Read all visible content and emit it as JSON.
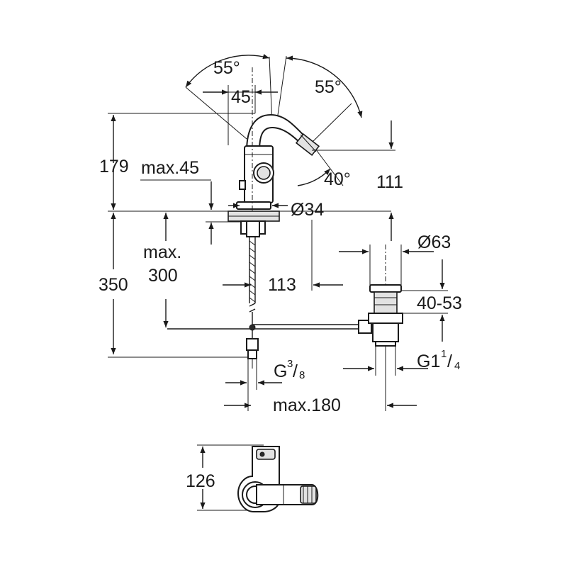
{
  "labels": {
    "angle_left": "55°",
    "angle_right": "55°",
    "angle_spout": "40°",
    "spout_offset": "45",
    "height_total": "179",
    "max_deck": "max.45",
    "spout_height": "111",
    "base_diameter": "Ø34",
    "max_supply_a": "max.",
    "max_supply_b": "300",
    "overall_height": "350",
    "reach": "113",
    "waste_diameter": "Ø63",
    "waste_range": "40-53",
    "thread_left_main": "G",
    "thread_left_num": "3",
    "thread_left_den": "8",
    "thread_right_main": "G1",
    "thread_right_num": "1",
    "thread_right_den": "4",
    "max_rod": "max.180",
    "plan_depth": "126"
  }
}
